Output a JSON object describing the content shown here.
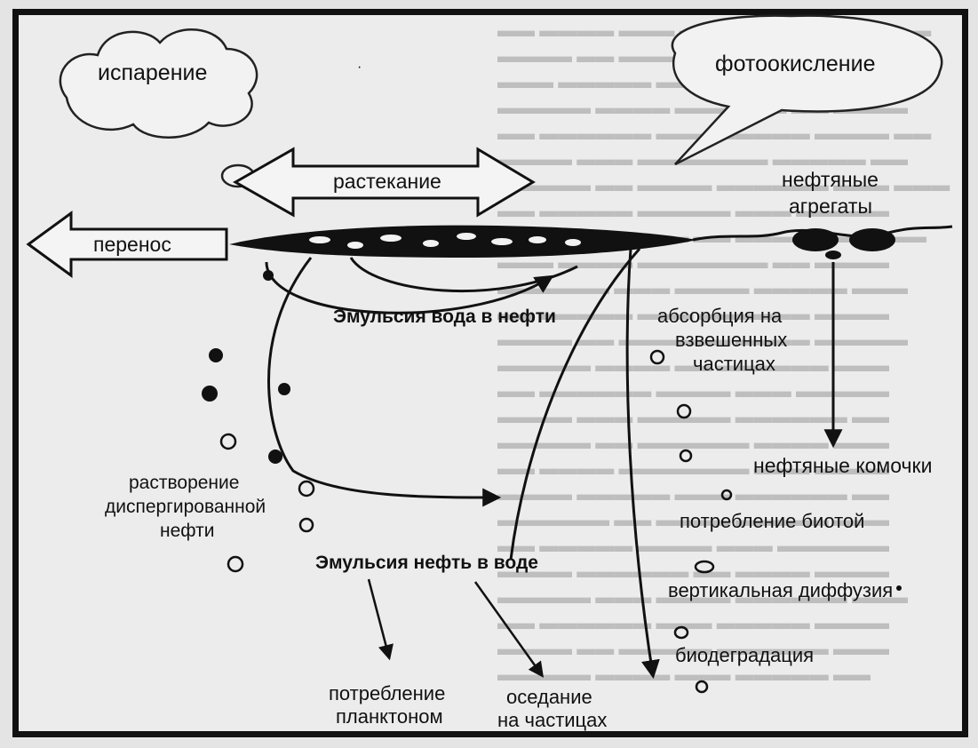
{
  "labels": {
    "evaporation": "испарение",
    "photooxidation": "фотоокисление",
    "spreading": "растекание",
    "transport": "перенос",
    "oil_aggregates_1": "нефтяные",
    "oil_aggregates_2": "агрегаты",
    "water_in_oil": "Эмульсия вода в нефти",
    "absorption_1": "абсорбция на",
    "absorption_2": "взвешенных",
    "absorption_3": "частицах",
    "oil_lumps": "нефтяные комочки",
    "dissolution_1": "растворение",
    "dissolution_2": "диспергированной",
    "dissolution_3": "нефти",
    "oil_in_water": "Эмульсия нефть в воде",
    "biota_consumption": "потребление биотой",
    "vertical_diffusion": "вертикальная диффузия",
    "biodegradation": "биодеградация",
    "plankton_1": "потребление",
    "plankton_2": "планктоном",
    "sedimentation_1": "оседание",
    "sedimentation_2": "на частицах"
  },
  "colors": {
    "ink": "#111111",
    "paper": "#ececec"
  }
}
